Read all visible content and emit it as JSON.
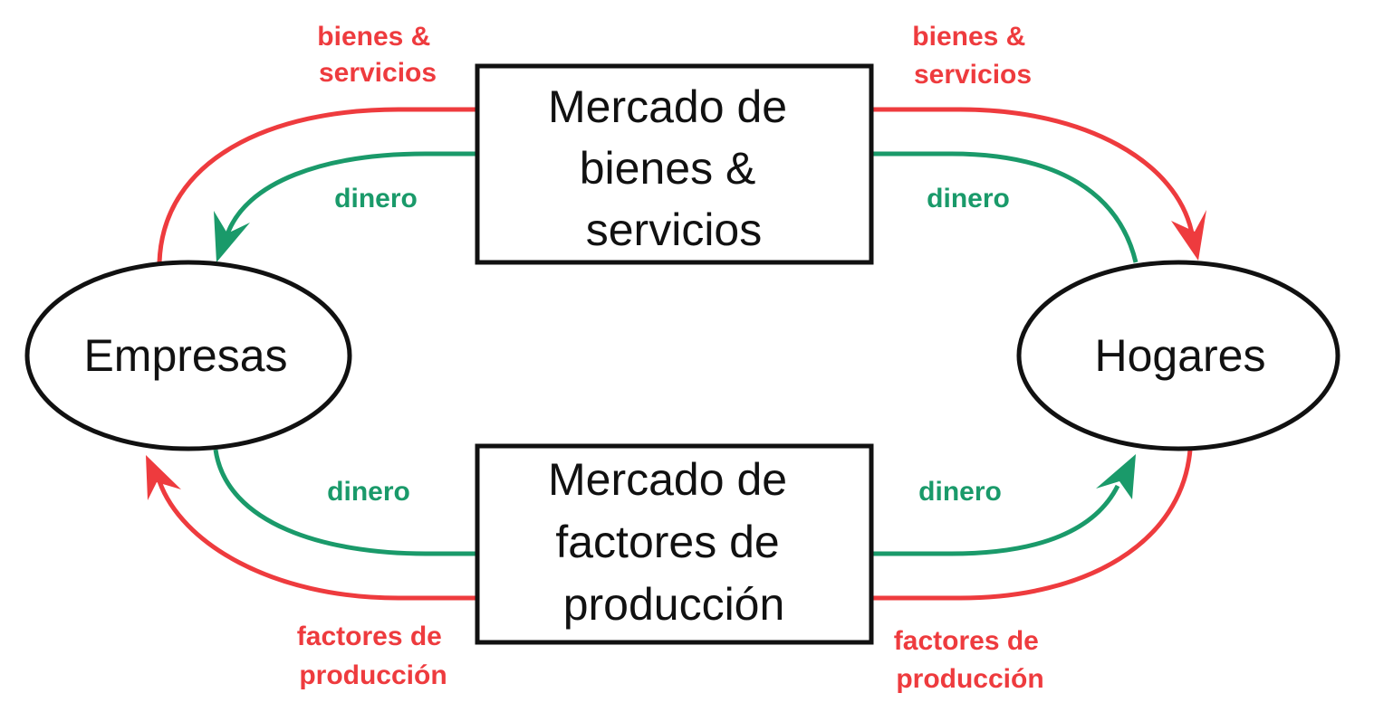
{
  "colors": {
    "goods_flow": "#ee3b3e",
    "money_flow": "#1a9a6a",
    "stroke": "#111111",
    "background": "#ffffff"
  },
  "nodes": {
    "goods_market": {
      "lines": [
        "Mercado de",
        "bienes &",
        "servicios"
      ]
    },
    "factor_market": {
      "lines": [
        "Mercado de",
        "factores de",
        "producción"
      ]
    },
    "firms": {
      "label": "Empresas"
    },
    "households": {
      "label": "Hogares"
    }
  },
  "flows": {
    "top_left_goods": {
      "lines": [
        "bienes &",
        "servicios"
      ]
    },
    "top_right_goods": {
      "lines": [
        "bienes &",
        "servicios"
      ]
    },
    "top_left_money": {
      "label": "dinero"
    },
    "top_right_money": {
      "label": "dinero"
    },
    "bottom_left_money": {
      "label": "dinero"
    },
    "bottom_right_money": {
      "label": "dinero"
    },
    "bottom_left_factors": {
      "lines": [
        "factores de",
        "producción"
      ]
    },
    "bottom_right_factors": {
      "lines": [
        "factores de",
        "producción"
      ]
    }
  }
}
